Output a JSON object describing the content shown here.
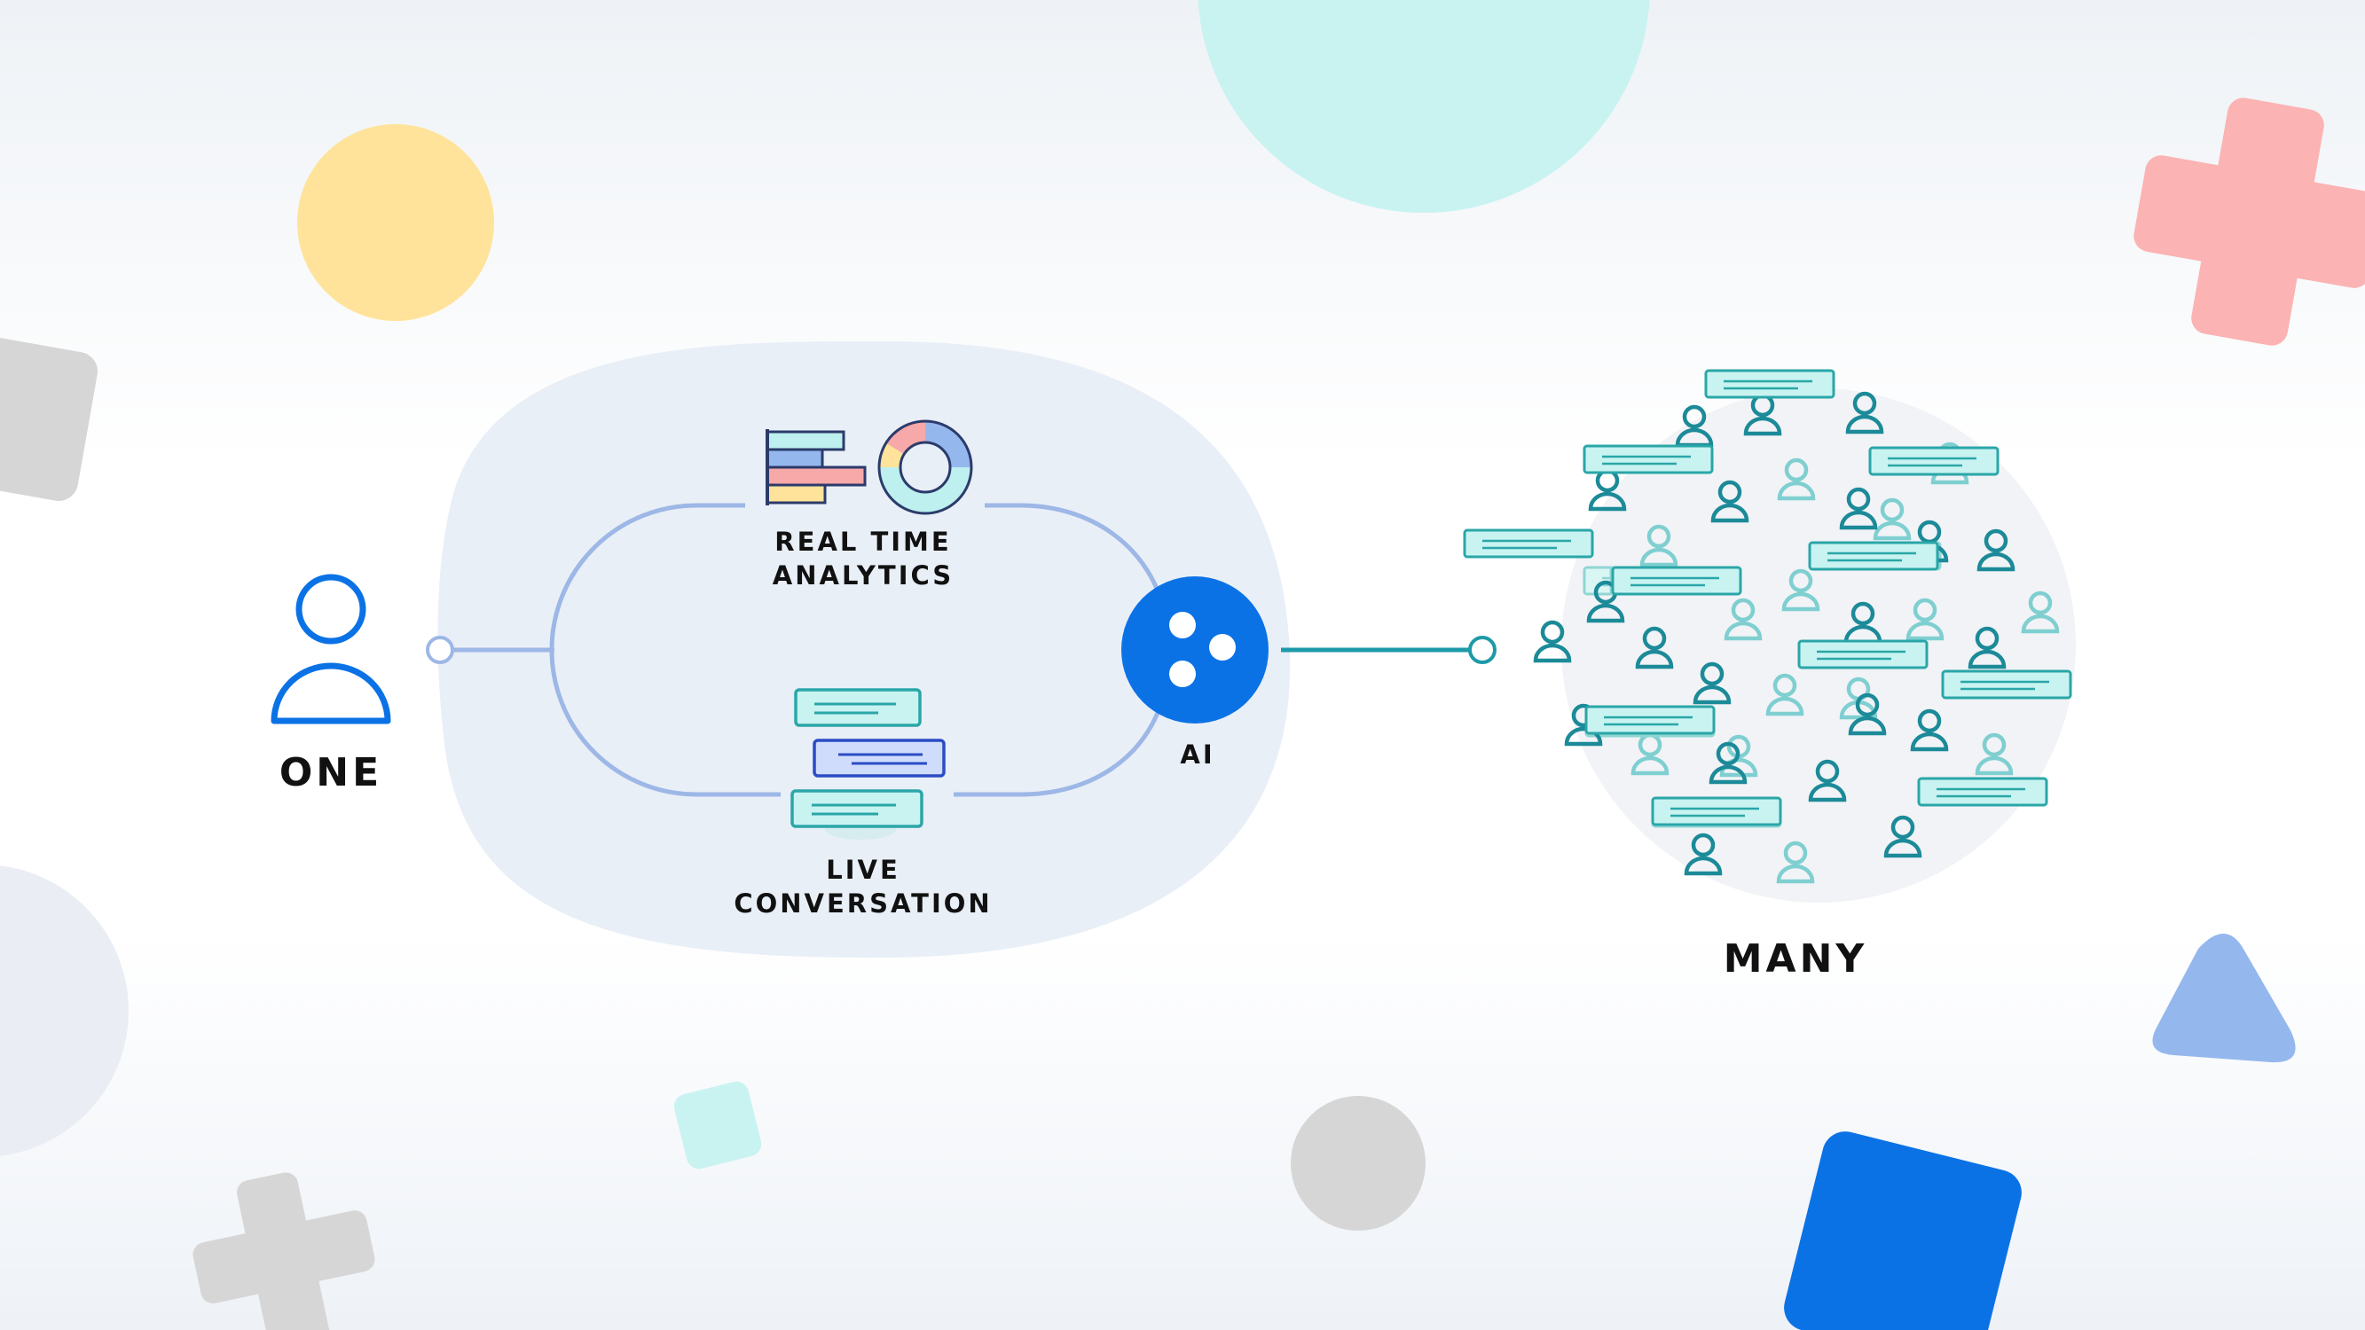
{
  "labels": {
    "one": "ONE",
    "analytics_line1": "REAL TIME",
    "analytics_line2": "ANALYTICS",
    "conversation_line1": "LIVE",
    "conversation_line2": "CONVERSATION",
    "ai": "AI",
    "many": "MANY"
  },
  "icons": {
    "person": "person-icon",
    "analytics": "analytics-charts-icon",
    "conversation": "chat-bubbles-icon",
    "ai": "ai-node-icon",
    "crowd": "crowd-icon"
  },
  "colors": {
    "brand_blue": "#0b72e6",
    "teal": "#1c9aa8",
    "light_teal": "#c8f3f1",
    "line_blue": "#9db7e6",
    "yellow": "#ffe39a",
    "pink": "#fbb3b3",
    "soft_blue": "#94b7ee",
    "gray": "#d6d6d6",
    "blob": "#e9eff7"
  }
}
